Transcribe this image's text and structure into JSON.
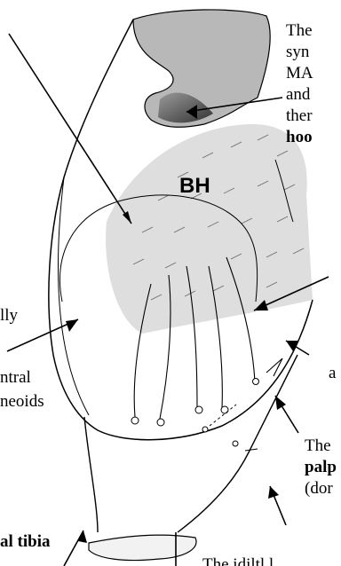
{
  "figure_label": "BH",
  "annotations": {
    "top_right": [
      "The",
      "syn",
      "MA",
      "and",
      "ther",
      "hoo"
    ],
    "left_mid_1": "lly",
    "left_mid_2": "ntral",
    "left_mid_3": "neoids",
    "right_mid": [
      "a"
    ],
    "bottom_right_1": "The",
    "bottom_right_2": "palp",
    "bottom_right_3": "(dor",
    "bottom_left": "al tibia",
    "bottom_center": "The idiltl l"
  },
  "colors": {
    "shading": "#d6d6d6",
    "ink": "#000000"
  }
}
